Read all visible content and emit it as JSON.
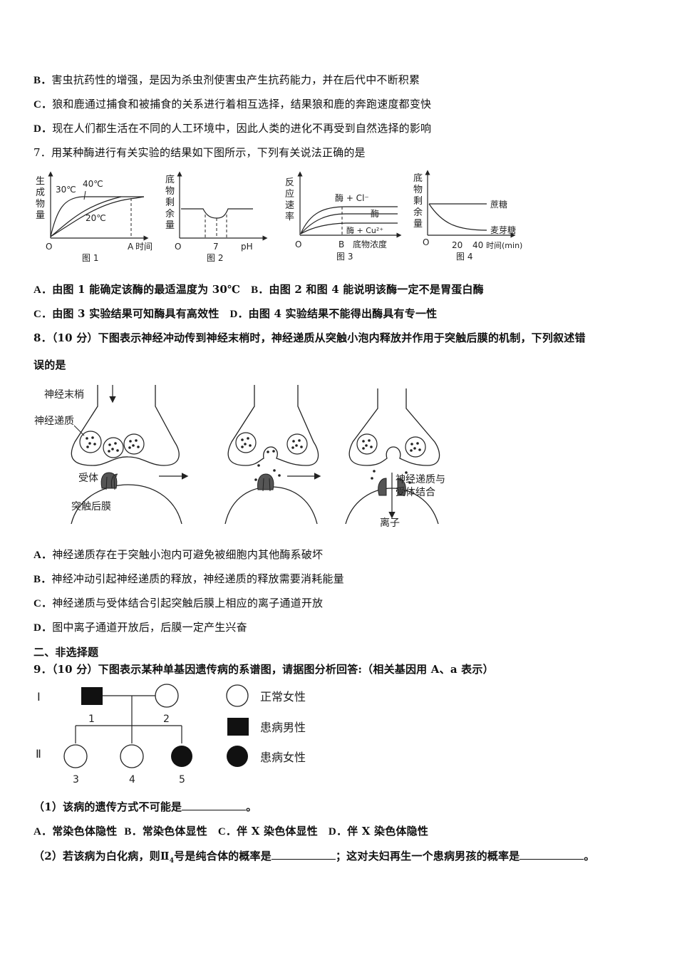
{
  "q6_options": {
    "B": {
      "label": "B．",
      "text": "害虫抗药性的增强，是因为杀虫剂使害虫产生抗药能力，并在后代中不断积累"
    },
    "C": {
      "label": "C．",
      "text": "狼和鹿通过捕食和被捕食的关系进行着相互选择，结果狼和鹿的奔跑速度都变快"
    },
    "D": {
      "label": "D．",
      "text": "现在人们都生活在不同的人工环境中，因此人类的进化不再受到自然选择的影响"
    }
  },
  "q7": {
    "stem": "7．用某种酶进行有关实验的结果如下图所示，下列有关说法正确的是",
    "figures": {
      "fig1": {
        "caption": "图 1",
        "ylabel": "生成物量",
        "xlabel": "时间",
        "origin": "O",
        "x_mark": "A",
        "curves": [
          "30℃",
          "40℃",
          "20℃"
        ]
      },
      "fig2": {
        "caption": "图 2",
        "ylabel": "底物剩余量",
        "xlabel": "pH",
        "origin": "O",
        "x_mark": "7"
      },
      "fig3": {
        "caption": "图 3",
        "ylabel": "反应速率",
        "xlabel": "底物浓度",
        "origin": "O",
        "x_mark": "B",
        "curves": [
          "酶 + Cl⁻",
          "酶",
          "酶 + Cu²⁺"
        ]
      },
      "fig4": {
        "caption": "图 4",
        "ylabel": "底物剩余量",
        "xlabel": "时间(min)",
        "origin": "O",
        "x_ticks": [
          "20",
          "40"
        ],
        "curves": [
          "蔗糖",
          "麦芽糖"
        ]
      }
    },
    "options": {
      "A": {
        "label": "A．",
        "text": "由图 1 能确定该酶的最适温度为 30℃"
      },
      "B": {
        "label": "B．",
        "text": "由图 2 和图 4 能说明该酶一定不是胃蛋白酶"
      },
      "C": {
        "label": "C．",
        "text": "由图 3 实验结果可知酶具有高效性"
      },
      "D": {
        "label": "D．",
        "text": "由图 4 实验结果不能得出酶具有专一性"
      }
    }
  },
  "q8": {
    "stem_line1": "8．（10 分）下图表示神经冲动传到神经末梢时，神经递质从突触小泡内释放并作用于突触后膜的机制，下列叙述错",
    "stem_line2": "误的是",
    "figure": {
      "label_nerve_ending": "神经末梢",
      "label_neurotransmitter": "神经递质",
      "label_receptor": "受体",
      "label_postsynaptic": "突触后膜",
      "label_binding_line1": "神经递质与",
      "label_binding_line2": "受体结合",
      "label_ion": "离子"
    },
    "options": {
      "A": {
        "label": "A．",
        "text": "神经递质存在于突触小泡内可避免被细胞内其他酶系破坏"
      },
      "B": {
        "label": "B．",
        "text": "神经冲动引起神经递质的释放，神经递质的释放需要消耗能量"
      },
      "C": {
        "label": "C．",
        "text": "神经递质与受体结合引起突触后膜上相应的离子通道开放"
      },
      "D": {
        "label": "D．",
        "text": "图中离子通道开放后，后膜一定产生兴奋"
      }
    }
  },
  "section2": {
    "title": "二、非选择题"
  },
  "q9": {
    "stem": "9．（10 分）下图表示某种单基因遗传病的系谱图，请据图分析回答:（相关基因用 A、a 表示）",
    "pedigree": {
      "gen1": "Ⅰ",
      "gen2": "Ⅱ",
      "ids": [
        "1",
        "2",
        "3",
        "4",
        "5"
      ],
      "legend": [
        "正常女性",
        "患病男性",
        "患病女性"
      ]
    },
    "sub1": {
      "text": "（1）该病的遗传方式不可能是",
      "end": "。"
    },
    "sub1_options": {
      "A": {
        "label": "A．",
        "text": "常染色体隐性"
      },
      "B": {
        "label": "B．",
        "text": "常染色体显性"
      },
      "C": {
        "label": "C．",
        "text": "伴 X 染色体显性"
      },
      "D": {
        "label": "D．",
        "text": "伴 X 染色体隐性"
      }
    },
    "sub2": {
      "part1": "（2）若该病为白化病，则Ⅱ",
      "subscript": "4",
      "part2": "号是纯合体的概率是",
      "part3": "；这对夫妇再生一个患病男孩的概率是",
      "end": "。"
    }
  }
}
